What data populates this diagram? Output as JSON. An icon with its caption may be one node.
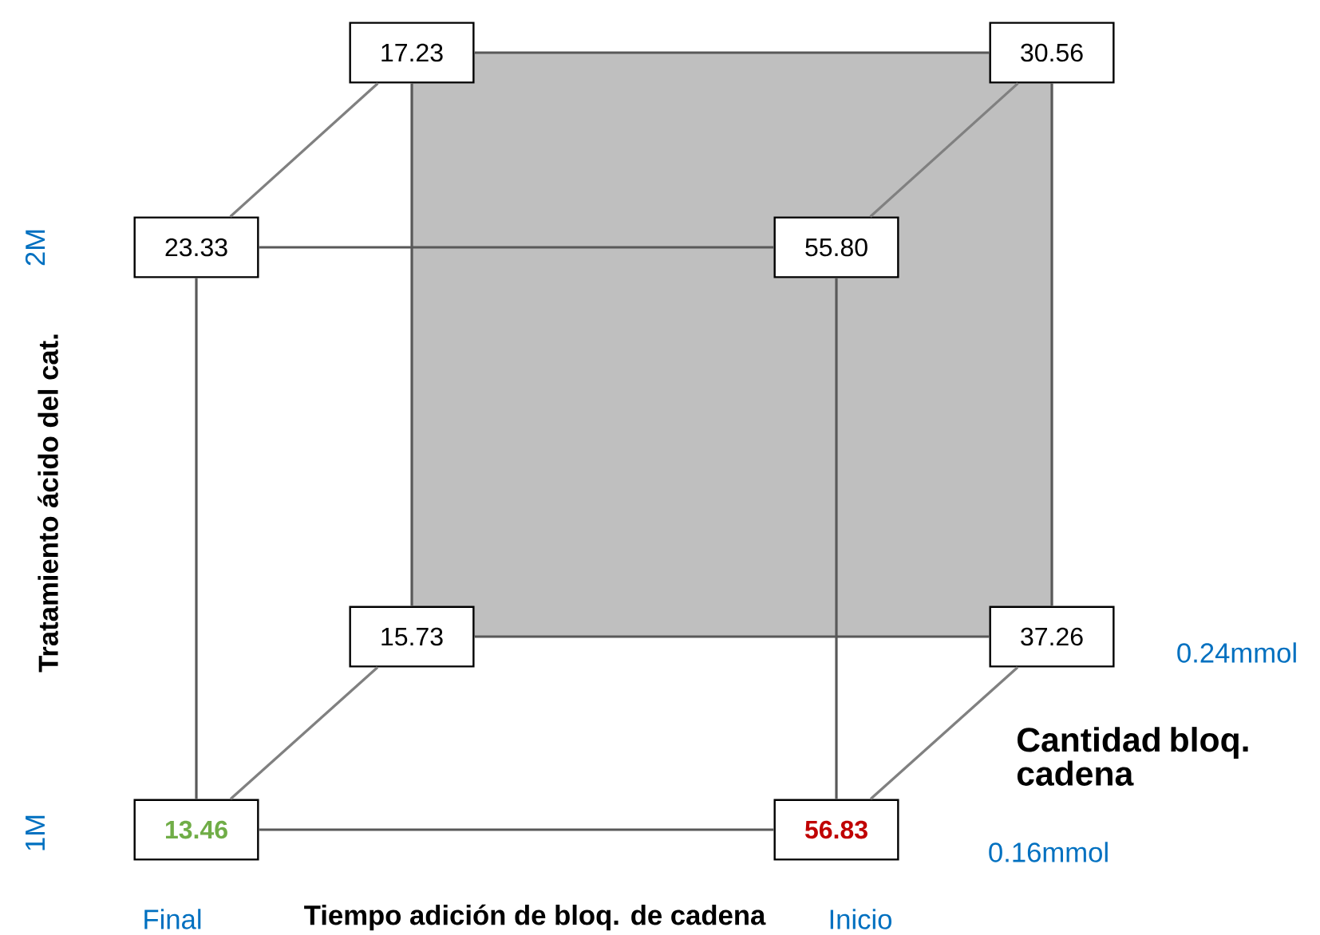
{
  "diagram": {
    "nodes": [
      {
        "text": [
          "17.23"
        ]
      },
      {
        "text": [
          "30.56"
        ]
      },
      {
        "text": [
          "23.33"
        ]
      },
      {
        "text": [
          "55.80"
        ]
      },
      {
        "text": [
          "15.73"
        ]
      },
      {
        "text": [
          "37.26"
        ]
      },
      {
        "text": [
          "13.46"
        ]
      },
      {
        "text": [
          "56.83"
        ]
      }
    ],
    "edges": [
      {
        "from": 0,
        "to": 1,
        "arrow": "none"
      },
      {
        "from": 2,
        "to": 3,
        "arrow": "none"
      },
      {
        "from": 2,
        "to": 0,
        "arrow": "none",
        "color": "#808080"
      },
      {
        "from": 3,
        "to": 1,
        "arrow": "none",
        "color": "#808080"
      },
      {
        "from": 0,
        "to": 4,
        "arrow": "none"
      },
      {
        "from": 1,
        "to": 5,
        "arrow": "none"
      },
      {
        "from": 2,
        "to": 6,
        "arrow": "none"
      },
      {
        "from": 3,
        "to": 7,
        "arrow": "none"
      },
      {
        "from": 4,
        "to": 5,
        "arrow": "none"
      },
      {
        "from": 6,
        "to": 7,
        "arrow": "none"
      },
      {
        "from": 6,
        "to": 4,
        "arrow": "none",
        "color": "#808080"
      },
      {
        "from": 7,
        "to": 5,
        "arrow": "none",
        "color": "#808080"
      }
    ],
    "labels": [
      "2M",
      "Tratamiento ácido del cat.",
      "1M",
      "0.24mmol",
      "Cantidad bloq. cadena",
      "0.16mmol",
      "Final",
      "Tiempo adición de bloq. de cadena",
      "Inicio"
    ]
  }
}
